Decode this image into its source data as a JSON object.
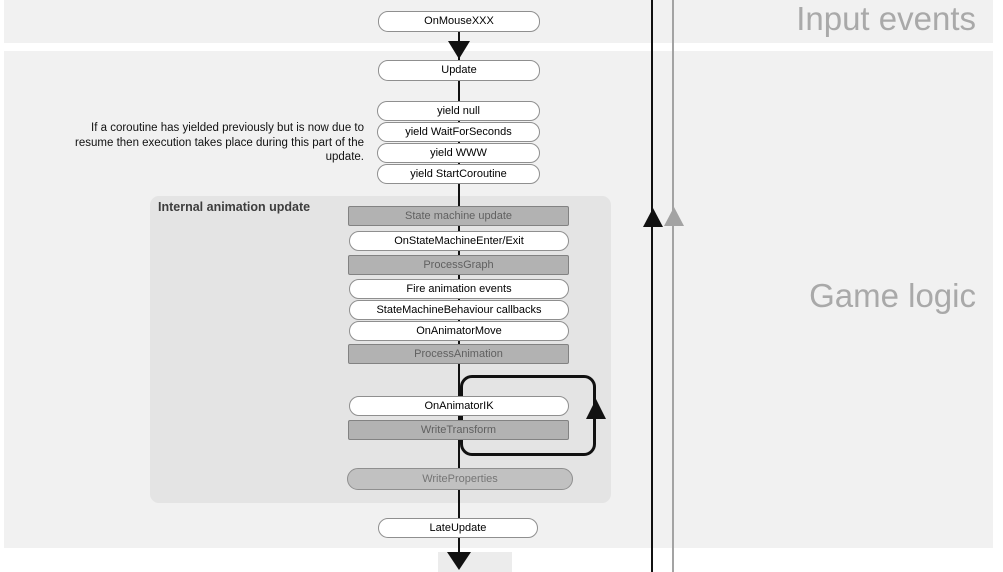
{
  "colors": {
    "band_bg": "#f1f1f1",
    "container_bg": "#e4e4e4",
    "internal_node_bg": "#b2b2b2",
    "callback_node_bg": "#ffffff",
    "node_border": "#8f8f8f",
    "flow_line": "#111111",
    "secondary_line": "#a3a3a3",
    "section_label": "#a9a9a9"
  },
  "sections": {
    "input_events": {
      "label": "Input events"
    },
    "game_logic": {
      "label": "Game logic"
    }
  },
  "nodes": {
    "on_mouse": {
      "label": "OnMouseXXX"
    },
    "update": {
      "label": "Update"
    },
    "yields": [
      {
        "label": "yield null"
      },
      {
        "label": "yield WaitForSeconds"
      },
      {
        "label": "yield WWW"
      },
      {
        "label": "yield StartCoroutine"
      }
    ],
    "late_update": {
      "label": "LateUpdate"
    }
  },
  "coroutine_note": {
    "text": "If a coroutine has yielded previously but is now due to resume then execution takes place during this part of the update.",
    "lines": [
      "If a coroutine has yielded previously but is now due to",
      "resume then execution takes place during this part of the",
      "update."
    ]
  },
  "animation_container": {
    "label": "Internal animation update",
    "nodes": [
      {
        "label": "State machine update",
        "style": "internal"
      },
      {
        "label": "OnStateMachineEnter/Exit",
        "style": "callback"
      },
      {
        "label": "ProcessGraph",
        "style": "internal"
      },
      {
        "label": "Fire animation events",
        "style": "callback"
      },
      {
        "label": "StateMachineBehaviour callbacks",
        "style": "callback"
      },
      {
        "label": "OnAnimatorMove",
        "style": "callback"
      },
      {
        "label": "ProcessAnimation",
        "style": "internal"
      },
      {
        "label": "OnAnimatorIK",
        "style": "callback"
      },
      {
        "label": "WriteTransform",
        "style": "internal"
      },
      {
        "label": "WriteProperties",
        "style": "internal-pill"
      }
    ]
  }
}
